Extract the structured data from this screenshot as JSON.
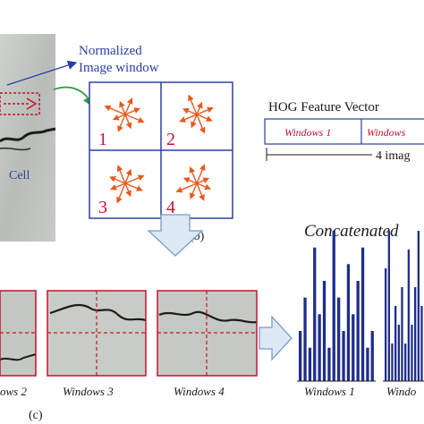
{
  "diagram": {
    "normalized_label_line1": "Normalized",
    "normalized_label_line2": "Image window",
    "cell_label": "Cell",
    "hog_title": "HOG Feature Vector",
    "vector_cell_1": "Windows 1",
    "vector_cell_2": "Windows",
    "vector_span_label": "4 imag",
    "grid_labels": [
      "1",
      "2",
      "3",
      "4"
    ],
    "panel_b_label": "(b)",
    "panel_c_label": "(c)",
    "concatenated_title": "Concatenated",
    "window_labels": [
      "ows 2",
      "Windows 3",
      "Windows 4"
    ],
    "histogram_labels": [
      "Windows 1",
      "Windo"
    ]
  },
  "chart_data": [
    {
      "type": "bar",
      "title": "",
      "series": [
        {
          "values": [
            3,
            5,
            2,
            8,
            4,
            6,
            2,
            9,
            5,
            3,
            7,
            4,
            6,
            8,
            2,
            3
          ]
        }
      ]
    },
    {
      "type": "bar",
      "title": "",
      "series": [
        {
          "values": [
            6,
            8,
            2,
            4,
            3,
            5,
            2,
            7,
            3,
            5,
            8,
            4
          ]
        }
      ]
    }
  ],
  "colors": {
    "blue": "#2b3fa6",
    "red": "#c8102e",
    "orange": "#e8591c",
    "green": "#2e9a3a",
    "bar": "#1f2d8c",
    "arrow_fill": "#dde8f4",
    "arrow_stroke": "#7a9cc6"
  }
}
